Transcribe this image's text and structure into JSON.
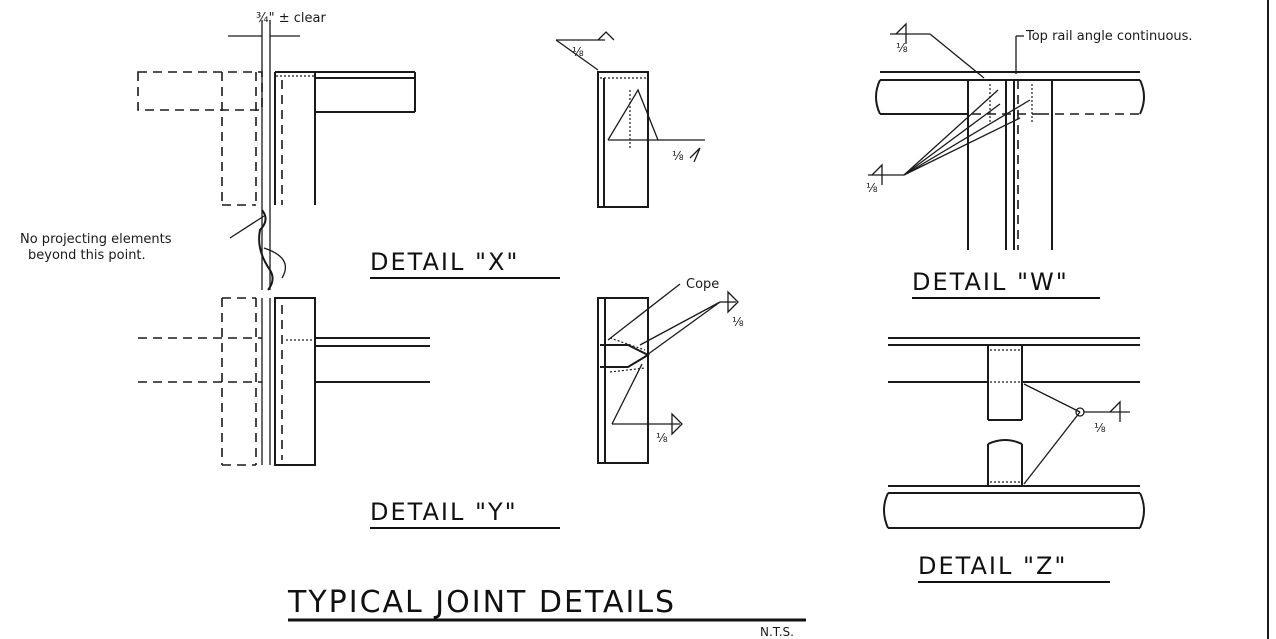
{
  "drawing": {
    "main_title": "TYPICAL JOINT DETAILS",
    "scale_note": "N.T.S.",
    "details": {
      "x": {
        "title": "DETAIL \"X\"",
        "clear_note": "¾\" ± clear",
        "projection_note_line1": "No projecting elements",
        "projection_note_line2": "beyond this point."
      },
      "y": {
        "title": "DETAIL \"Y\"",
        "cope_note": "Cope"
      },
      "w": {
        "title": "DETAIL \"W\"",
        "rail_note": "Top rail angle continuous."
      },
      "z": {
        "title": "DETAIL \"Z\""
      }
    },
    "weld_size": "⅛"
  }
}
